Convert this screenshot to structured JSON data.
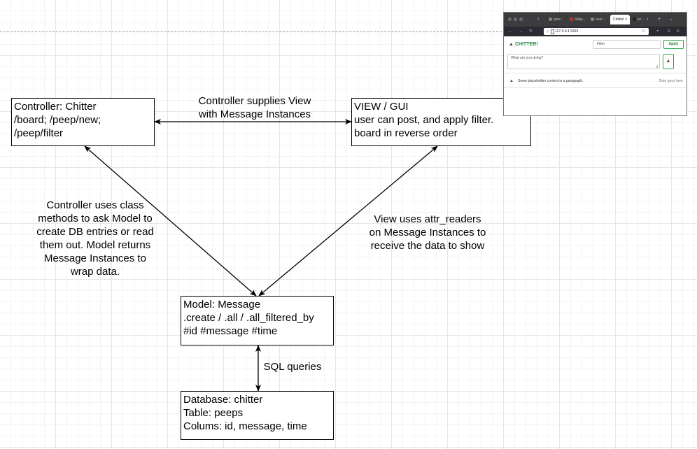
{
  "diagram": {
    "boxes": {
      "controller": "Controller: Chitter\n/board; /peep/new;\n/peep/filter",
      "view": "VIEW / GUI\nuser can post, and apply filter.\nboard in reverse order",
      "model": "Model: Message\n.create / .all / .all_filtered_by\n#id #message #time",
      "database": "Database: chitter\nTable: peeps\nColums: id, message, time"
    },
    "edge_labels": {
      "controller_view": "Controller supplies View\nwith Message Instances",
      "controller_model": "Controller uses class\nmethods to ask Model to\ncreate DB entries or read\nthem out. Model returns\nMessage Instances to\nwrap data.",
      "view_model": "View uses attr_readers\non Message Instances to\nreceive the data to show",
      "model_database": "SQL queries"
    }
  },
  "screenshot": {
    "tabs": [
      "peer...",
      "Ruby...",
      "nes/...",
      "Chitter!",
      "sc..."
    ],
    "url": "127.0.0.1:9292",
    "logo": "CHITTER!",
    "filter_placeholder": "Filter",
    "apply_label": "Apply",
    "post_placeholder": "What are you doing?",
    "peep_text": "Some placeholder content in a paragraph.",
    "peep_date": "Date goes here",
    "icons": [
      "shield-icon",
      "page-icon",
      "star-icon",
      "poop-icon"
    ]
  }
}
